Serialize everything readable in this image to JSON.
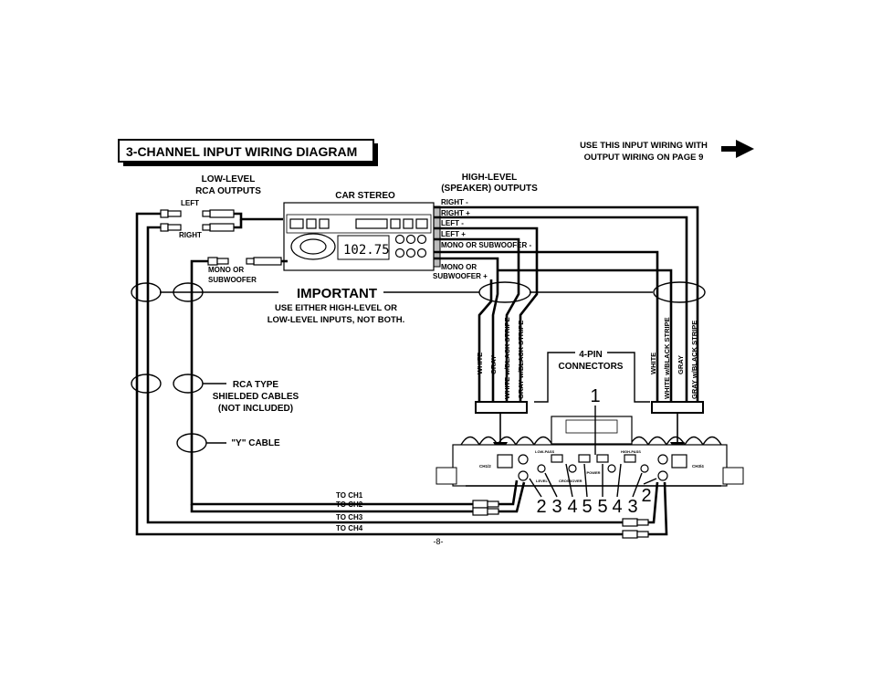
{
  "title": "3-CHANNEL INPUT WIRING DIAGRAM",
  "note": {
    "line1": "USE THIS INPUT WIRING WITH",
    "line2": "OUTPUT WIRING ON PAGE 9"
  },
  "labels": {
    "low_level_1": "LOW-LEVEL",
    "low_level_2": "RCA OUTPUTS",
    "left": "LEFT",
    "right": "RIGHT",
    "mono_1": "MONO OR",
    "mono_2": "SUBWOOFER",
    "car_stereo": "CAR STEREO",
    "high_level_1": "HIGH-LEVEL",
    "high_level_2": "(SPEAKER) OUTPUTS",
    "important": "IMPORTANT",
    "important_sub_1": "USE EITHER HIGH-LEVEL OR",
    "important_sub_2": "LOW-LEVEL INPUTS, NOT BOTH.",
    "rca_1": "RCA TYPE",
    "rca_2": "SHIELDED CABLES",
    "rca_3": "(NOT INCLUDED)",
    "y_cable": "\"Y\" CABLE",
    "connectors_1": "4-PIN",
    "connectors_2": "CONNECTORS",
    "page": "-8-"
  },
  "speaker_wires": [
    "RIGHT -",
    "RIGHT +",
    "LEFT -",
    "LEFT +",
    "MONO OR SUBWOOFER -",
    "MONO OR",
    "SUBWOOFER +"
  ],
  "wire_colors_left": [
    "WHITE",
    "GRAY",
    "WHITE w/BLACK STRIPE",
    "GRAY w/BLACK STRIPE"
  ],
  "wire_colors_right": [
    "WHITE",
    "WHITE w/BLACK STRIPE",
    "GRAY",
    "GRAY w/BLACK STRIPE"
  ],
  "channels": [
    "TO CH1",
    "TO CH2",
    "TO CH3",
    "TO CH4"
  ],
  "callouts": [
    "1",
    "2",
    "3",
    "4",
    "5",
    "5",
    "4",
    "3",
    "2"
  ],
  "stereo_display": "102.75",
  "amp_labels": {
    "low_pass": "LOW-PASS",
    "high_pass": "HIGH-PASS",
    "power": "POWER",
    "ch12": "CH1/2",
    "ch34": "CH3/4",
    "level": "LEVEL",
    "crossover": "CROSSOVER"
  }
}
